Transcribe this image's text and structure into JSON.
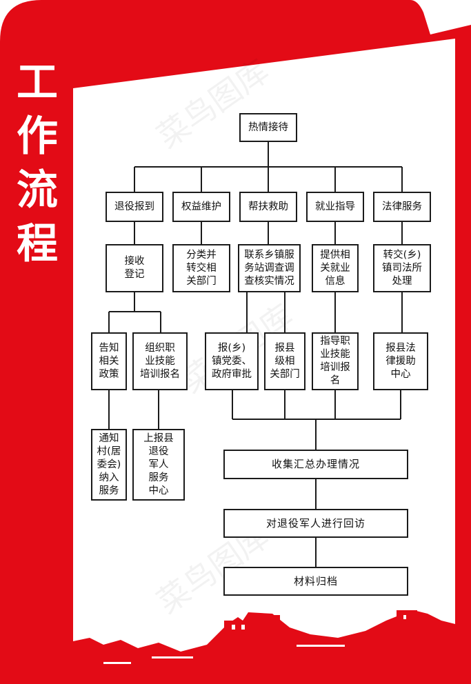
{
  "title": [
    "工",
    "作",
    "流",
    "程"
  ],
  "flow": {
    "root": "热情接待",
    "branches": {
      "b1": "退役报到",
      "b2": "权益维护",
      "b3": "帮扶救助",
      "b4": "就业指导",
      "b5": "法律服务"
    },
    "level2": {
      "b1": "接收\n登记",
      "b2": "分类并\n转交相\n关部门",
      "b3": "联系乡镇服\n务站调查调\n查核实情况",
      "b4": "提供相\n关就业\n信息",
      "b5": "转交(乡)\n镇司法所\n处理"
    },
    "level3": {
      "b1a": "告知\n相关\n政策",
      "b1b": "组织职\n业技能\n培训报名",
      "b3a": "报(乡)\n镇党委、\n政府审批",
      "b3b": "报县\n级相\n关部门",
      "b4": "指导职\n业技能\n培训报\n名",
      "b5": "报县法\n律援助\n中心"
    },
    "level4": {
      "b1a": "通知\n村(居\n委会)\n纳入\n服务",
      "b1b": "上报县\n退役\n军人\n服务\n中心"
    },
    "final": [
      "收集汇总办理情况",
      "对退役军人进行回访",
      "材料归档"
    ]
  },
  "colors": {
    "accent": "#e30b16",
    "line": "#1a1a1a"
  },
  "watermark": "菜鸟图库"
}
